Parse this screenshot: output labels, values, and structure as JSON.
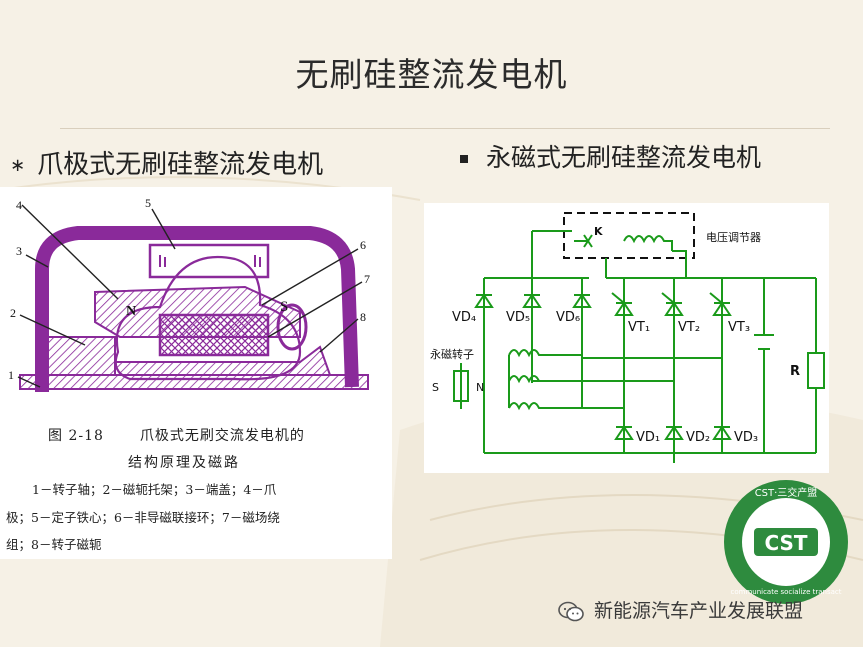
{
  "slide": {
    "title": "无刷硅整流发电机"
  },
  "left": {
    "bullet_mark": "∗",
    "heading": "爪极式无刷硅整流发电机",
    "figure": {
      "callouts": [
        "1",
        "2",
        "3",
        "4",
        "5",
        "6",
        "7",
        "8"
      ],
      "pole_n": "N",
      "pole_s": "S",
      "caption_number": "图 2-18",
      "caption_title": "爪极式无刷交流发电机的",
      "caption_title2": "结构原理及磁路",
      "legend_line1": "1－转子轴；2－磁轭托架；3－端盖；4－爪",
      "legend_line2": "极；5－定子铁心；6－非导磁联接环；7－磁场绕",
      "legend_line3": "组；8－转子磁轭"
    }
  },
  "right": {
    "heading": "永磁式无刷硅整流发电机",
    "figure": {
      "regulator_label": "电压调节器",
      "switch_label": "K",
      "rotor_label": "永磁转子",
      "rotor_s": "S",
      "rotor_n": "N",
      "diodes_top": [
        "VD₄",
        "VD₅",
        "VD₆"
      ],
      "thyristors": [
        "VT₁",
        "VT₂",
        "VT₃"
      ],
      "diodes_bottom": [
        "VD₁",
        "VD₂",
        "VD₃"
      ],
      "load": "R"
    },
    "line_color": "#1a9a1a"
  },
  "footer": {
    "logo_text": "CST",
    "logo_top": "CST·三交产盟",
    "logo_ring": "communicate socialize transact",
    "watermark": "新能源汽车产业发展联盟"
  },
  "colors": {
    "purple": "#8a2a9a",
    "green": "#1a9a1a",
    "logo_green": "#2e8b3e"
  }
}
